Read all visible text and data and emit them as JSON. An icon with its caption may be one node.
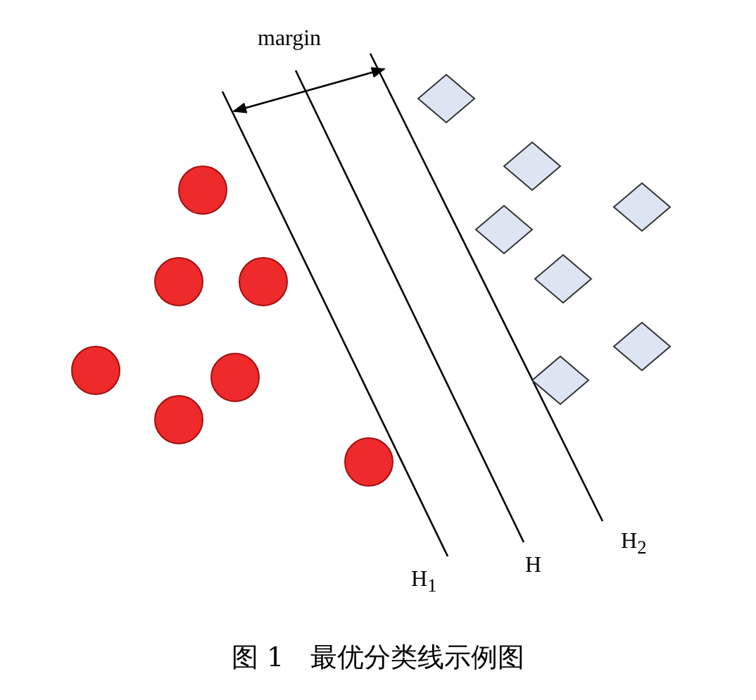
{
  "diagram": {
    "caption": "图 1　最优分类线示例图",
    "labels": [
      "margin",
      "H$_{1}$",
      "H",
      "H$_{2}$"
    ]
  }
}
